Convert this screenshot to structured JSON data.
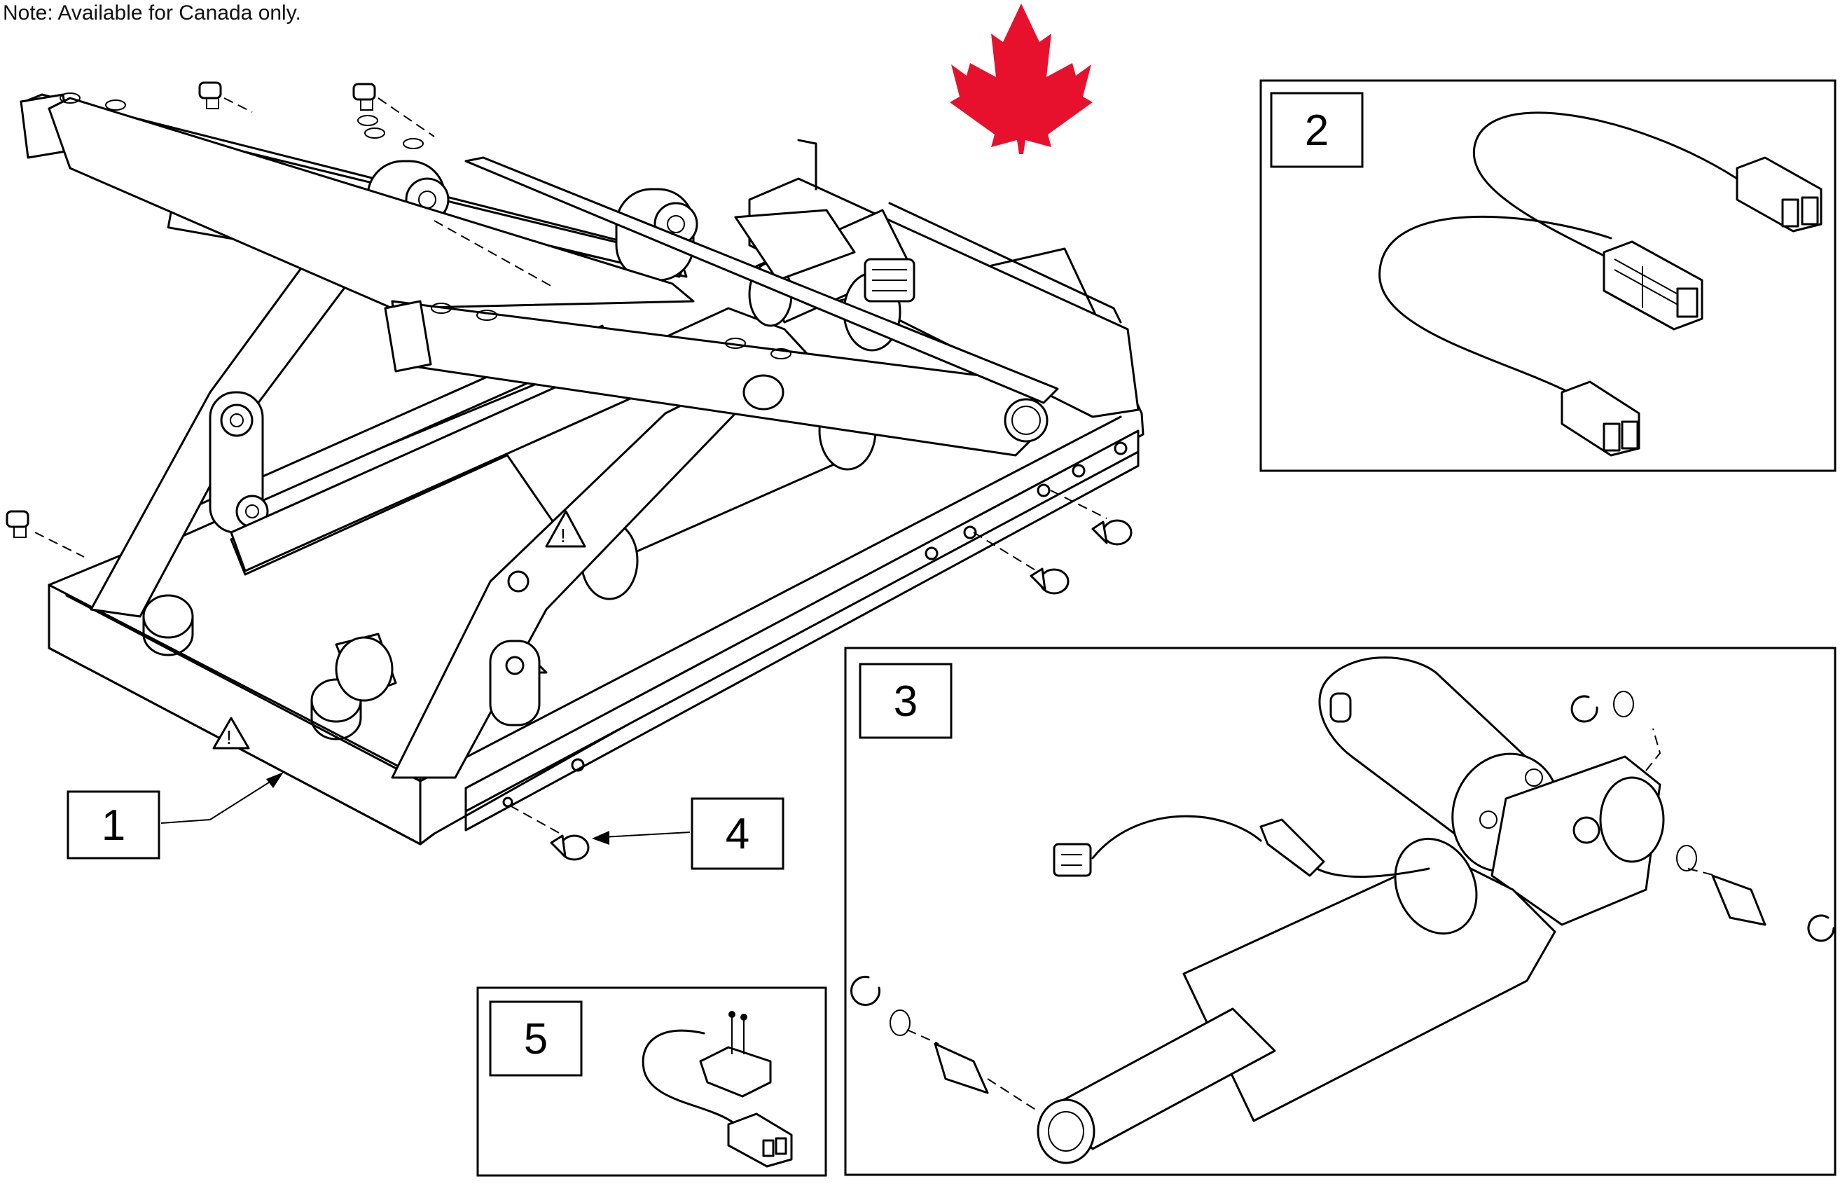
{
  "note": "Note: Available for Canada only.",
  "flag_color": "#e8112d",
  "callouts": [
    {
      "id": "1",
      "label": "1"
    },
    {
      "id": "2",
      "label": "2"
    },
    {
      "id": "3",
      "label": "3"
    },
    {
      "id": "4",
      "label": "4"
    },
    {
      "id": "5",
      "label": "5"
    }
  ]
}
